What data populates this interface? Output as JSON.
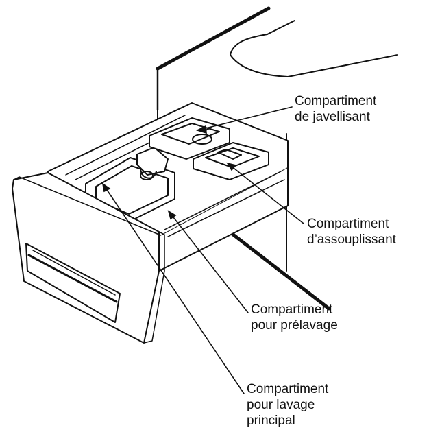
{
  "labels": {
    "bleach": {
      "line1": "Compartiment",
      "line2": "de javellisant"
    },
    "softener": {
      "line1": "Compartiment",
      "line2": "d’assouplissant"
    },
    "prewash": {
      "line1": "Compartiment",
      "line2": "pour prélavage"
    },
    "mainwash": {
      "line1": "Compartiment",
      "line2": "pour lavage",
      "line3": "principal"
    }
  },
  "colors": {
    "stroke": "#111111",
    "fill": "#ffffff",
    "shade": "#e9e9e9"
  }
}
